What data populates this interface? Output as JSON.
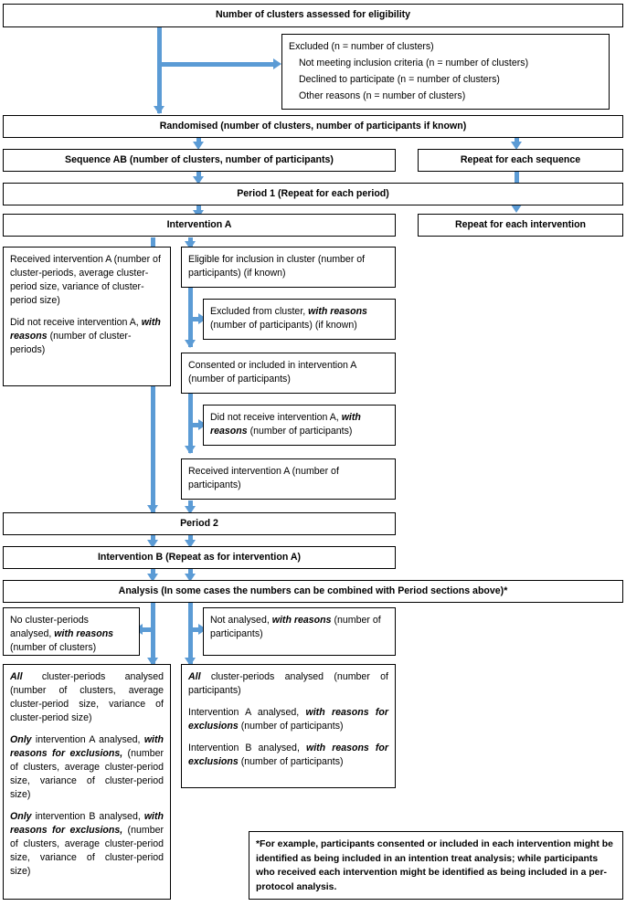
{
  "diagram": {
    "title": "CONSORT flow diagram for cluster cross-over trials",
    "accent_color": "#5B9BD5",
    "box_border_color": "#000000",
    "background_color": "#FFFFFF"
  },
  "boxes": {
    "assessed": "Number of clusters assessed for eligibility",
    "excluded": {
      "line1": "Excluded (n = number of clusters)",
      "line2": "Not meeting inclusion criteria (n = number of clusters)",
      "line3": "Declined to participate (n = number of clusters)",
      "line4": "Other reasons (n = number of clusters)"
    },
    "randomised": "Randomised (number of clusters, number of participants if known)",
    "sequence_ab": "Sequence AB (number of clusters, number of participants)",
    "repeat_sequence": "Repeat for each sequence",
    "period1": "Period 1 (Repeat for each period)",
    "intervention_a": "Intervention A",
    "repeat_intervention": "Repeat for each intervention",
    "cluster_level_a": {
      "p1_pre": "Received intervention A (number of cluster-periods, average cluster-period size, variance of cluster-period size)",
      "p2_pre": "Did not receive intervention A, ",
      "p2_bold": "with reasons",
      "p2_post": " (number of cluster-periods)"
    },
    "eligible": "Eligible for inclusion in cluster (number of participants) (if known)",
    "excluded_cluster": {
      "pre": "Excluded from cluster, ",
      "bold": "with reasons",
      "post": " (number of participants) (if known)"
    },
    "consented": "Consented or included in intervention A (number of participants)",
    "did_not_receive": {
      "pre": "Did not receive intervention A, ",
      "bold": "with reasons",
      "post": " (number of participants)"
    },
    "received_a": "Received intervention A (number of participants)",
    "period2": "Period 2",
    "intervention_b": "Intervention B (Repeat as for intervention A)",
    "analysis": "Analysis (In some cases the numbers can be combined with Period sections above)*",
    "no_cluster_periods": {
      "pre": "No cluster-periods analysed, ",
      "bold": "with reasons",
      "post": " (number of clusters)"
    },
    "not_analysed": {
      "pre": "Not analysed, ",
      "bold": "with reasons",
      "post": " (number of participants)"
    },
    "analysis_cluster": {
      "p1_bold": "All",
      "p1_post": " cluster-periods analysed (number of clusters, average cluster-period size, variance of cluster-period size)",
      "p2_bold1": "Only",
      "p2_mid": " intervention A analysed, ",
      "p2_bold2": "with reasons for exclusions,",
      "p2_post": " (number of clusters, average cluster-period size, variance of cluster-period size)",
      "p3_bold1": "Only",
      "p3_mid": " intervention B analysed, ",
      "p3_bold2": "with reasons for exclusions,",
      "p3_post": " (number of clusters, average cluster-period size, variance of cluster-period size)"
    },
    "analysis_participant": {
      "p1_bold": "All",
      "p1_post": " cluster-periods analysed (number of participants)",
      "p2_pre": "Intervention A analysed, ",
      "p2_bold": "with reasons for exclusions",
      "p2_post": " (number of participants)",
      "p3_pre": "Intervention B analysed, ",
      "p3_bold": "with reasons for exclusions",
      "p3_post": " (number of participants)"
    },
    "footnote": "*For example, participants consented or included in each intervention might be identified as being included in an intention treat analysis; while participants who received each intervention might be identified as being included in a per-protocol analysis."
  }
}
